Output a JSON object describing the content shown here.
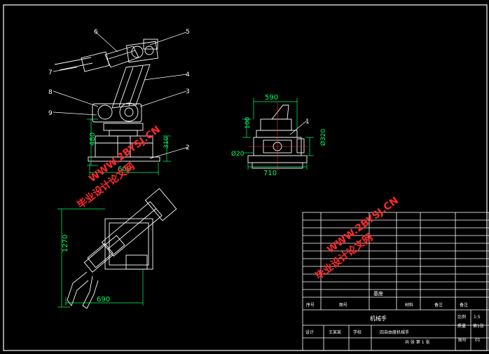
{
  "balloons": [
    "6",
    "5",
    "7",
    "4",
    "8",
    "3",
    "9",
    "1",
    "2"
  ],
  "dimensions": {
    "side_height": "480",
    "base_height": "310",
    "base_width": "600",
    "front_width_top": "590",
    "front_height": "100",
    "front_diameter": "Ø320",
    "front_small": "Ø20",
    "front_width_bottom": "710",
    "plan_height": "1270",
    "plan_width": "690"
  },
  "watermarks": {
    "cn": "毕业设计论文网",
    "url": "WWW.2BYSJ.CN"
  },
  "title_block": {
    "part_label": "机械手",
    "row_label": "基座",
    "h1": "序号",
    "h2": "图号",
    "h3": "材料",
    "h4": "备注",
    "scale_label": "比例",
    "scale_value": "1:5",
    "weight_label": "质量",
    "sheet_label": "第1张",
    "designer": "设计",
    "name": "王某某",
    "school": "学校",
    "drawing_title": "四自由度机械手",
    "total": "共  张  第  1  张",
    "code_label": "图号",
    "code_value": "01"
  }
}
